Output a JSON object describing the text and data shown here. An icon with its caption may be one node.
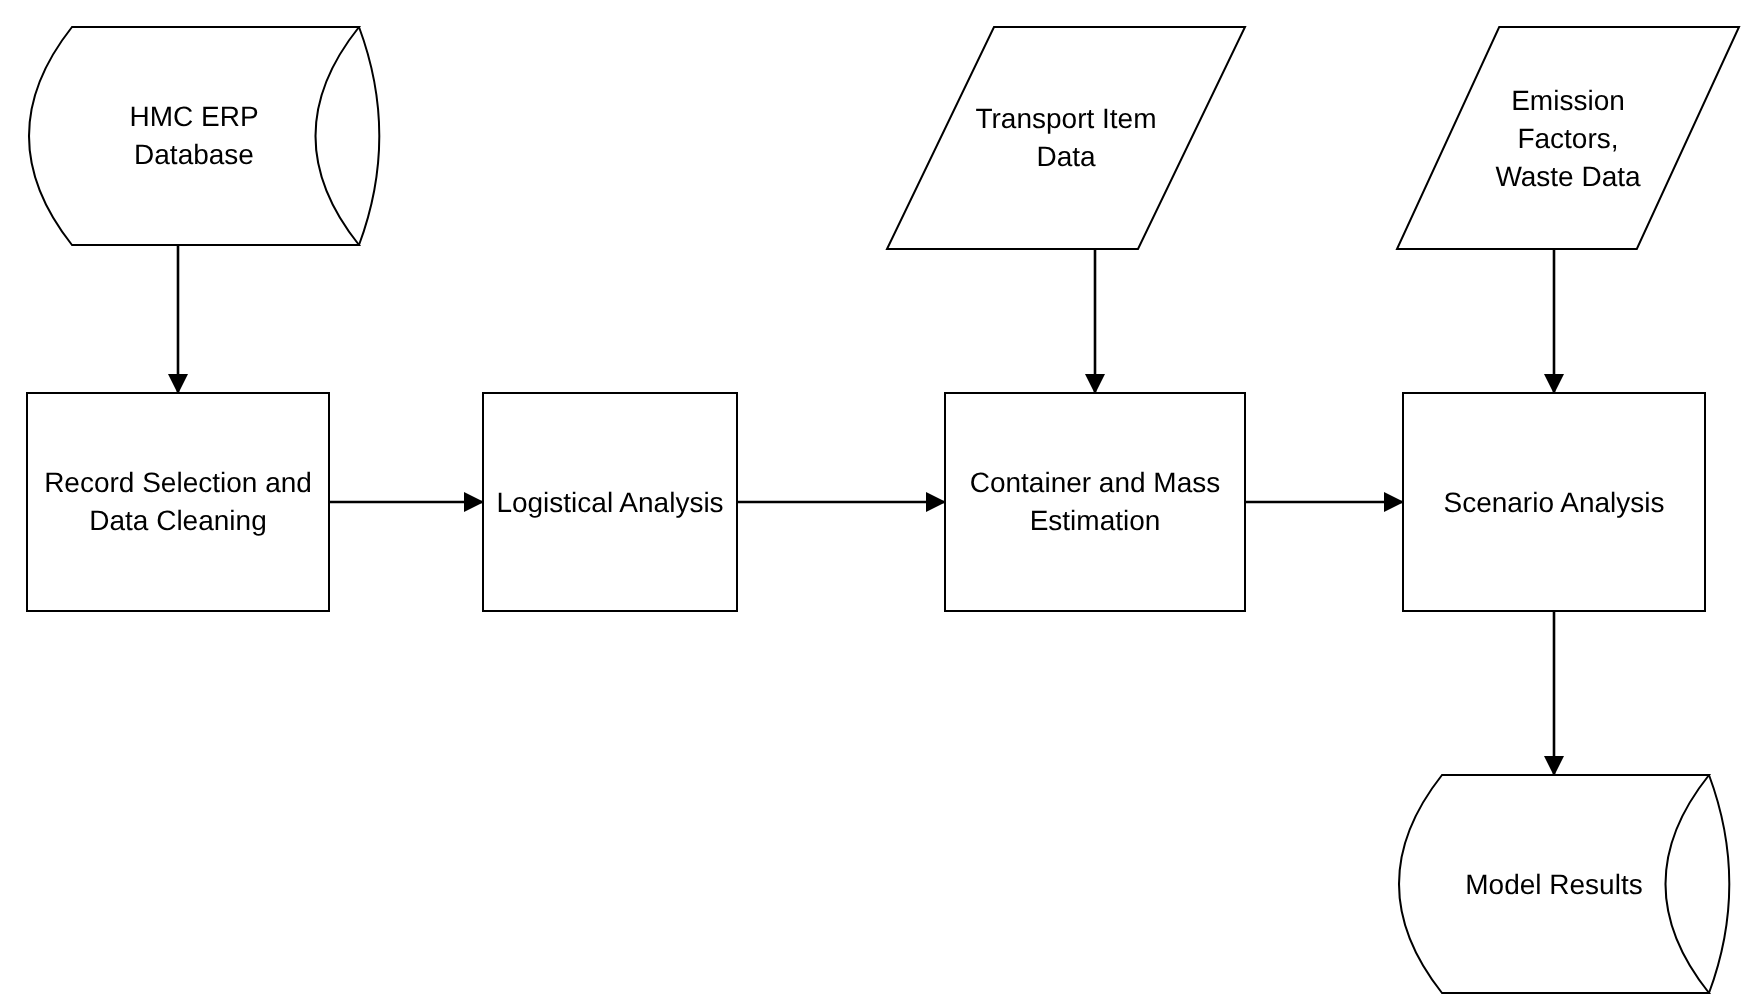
{
  "diagram": {
    "nodes": [
      {
        "text": [
          "HMC ERP Database"
        ]
      },
      {
        "text": [
          "Transport Item Data"
        ]
      },
      {
        "text": [
          "Emission Factors, Waste Data"
        ]
      },
      {
        "text": [
          "Record Selection and Data Cleaning"
        ]
      },
      {
        "text": [
          "Logistical Analysis"
        ]
      },
      {
        "text": [
          "Container and Mass Estimation"
        ]
      },
      {
        "text": [
          "Scenario Analysis"
        ]
      },
      {
        "text": [
          "Model Results"
        ]
      }
    ],
    "edges": [
      {
        "from": 0,
        "to": 3,
        "arrow": "to"
      },
      {
        "from": 3,
        "to": 4,
        "arrow": "to"
      },
      {
        "from": 4,
        "to": 5,
        "arrow": "to"
      },
      {
        "from": 1,
        "to": 5,
        "arrow": "to"
      },
      {
        "from": 5,
        "to": 6,
        "arrow": "to"
      },
      {
        "from": 2,
        "to": 6,
        "arrow": "to"
      },
      {
        "from": 6,
        "to": 7,
        "arrow": "to"
      }
    ]
  }
}
